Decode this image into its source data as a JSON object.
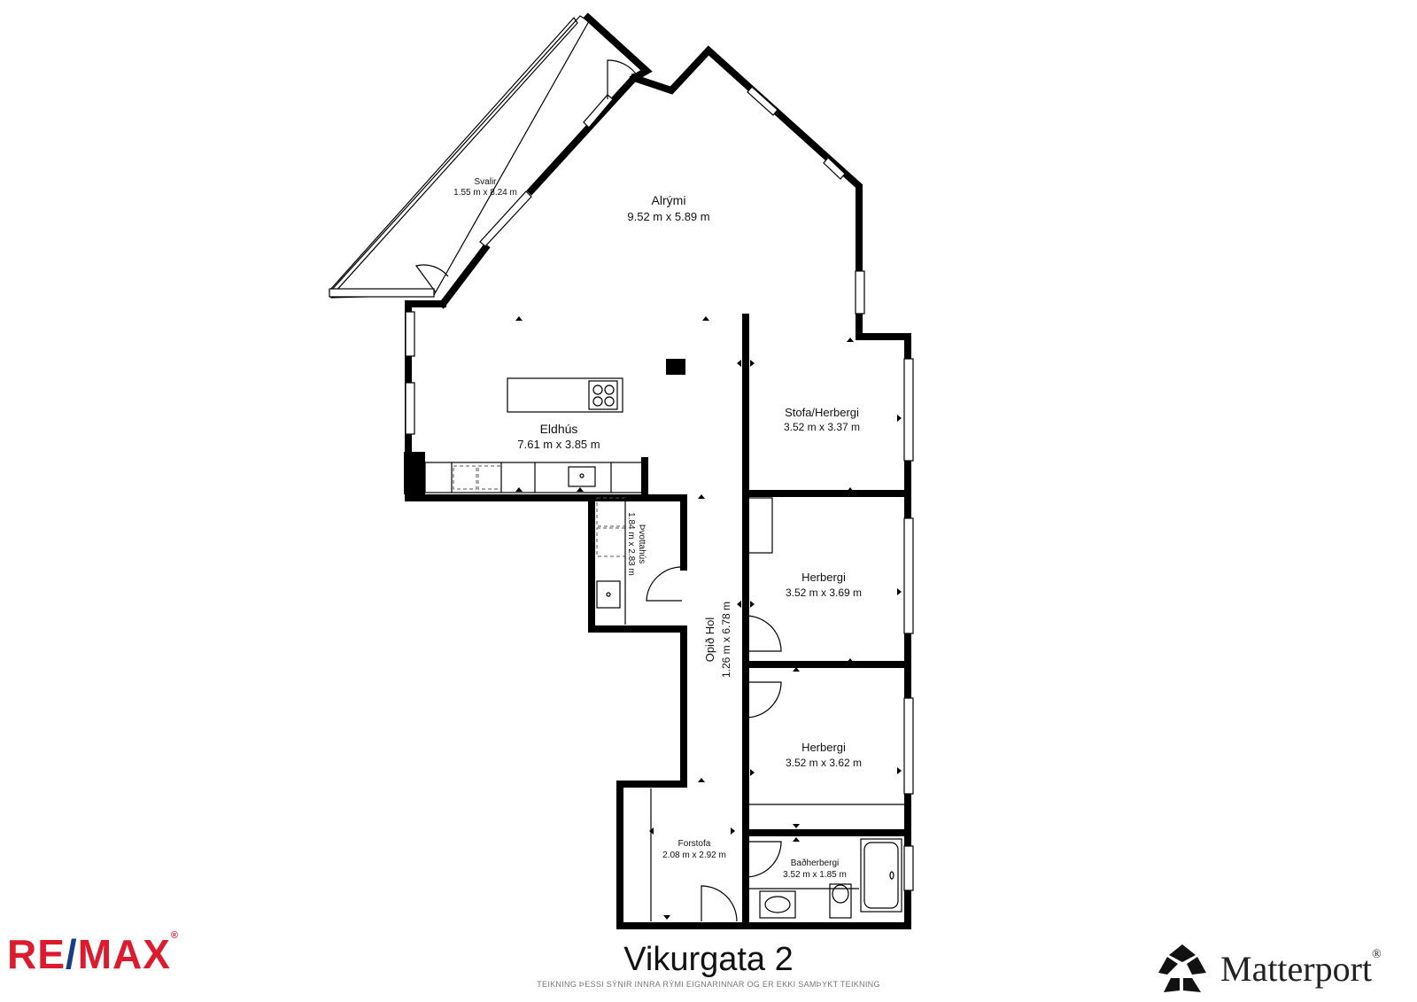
{
  "plan": {
    "title": "Vikurgata 2",
    "disclaimer": "TEIKNING ÞESSI SÝNIR INNRA RÝMI EIGNARINNAR OG ER EKKI SAMÞYKT TEIKNING",
    "rooms": [
      {
        "id": "svalir",
        "name": "Svalir",
        "dims": "1.55 m x 8.24 m"
      },
      {
        "id": "alrymi",
        "name": "Alrými",
        "dims": "9.52 m x 5.89 m"
      },
      {
        "id": "eldhus",
        "name": "Eldhús",
        "dims": "7.61 m x 3.85 m"
      },
      {
        "id": "stofa",
        "name": "Stofa/Herbergi",
        "dims": "3.52 m x 3.37 m"
      },
      {
        "id": "thvottahus",
        "name": "Þvottahús",
        "dims": "1.84 m x 2.83 m"
      },
      {
        "id": "herbergi1",
        "name": "Herbergi",
        "dims": "3.52 m x 3.69 m"
      },
      {
        "id": "opid-hol",
        "name": "Opið Hol",
        "dims": "1.26 m x 6.78 m"
      },
      {
        "id": "herbergi2",
        "name": "Herbergi",
        "dims": "3.52 m x 3.62 m"
      },
      {
        "id": "forstofa",
        "name": "Forstofa",
        "dims": "2.08 m x 2.92 m"
      },
      {
        "id": "badherbergi",
        "name": "Baðherbergi",
        "dims": "3.52 m x 1.85 m"
      }
    ]
  },
  "brands": {
    "remax": {
      "left": "RE",
      "slash": "/",
      "right": "MAX",
      "reg": "®"
    },
    "matterport": {
      "name": "Matterport",
      "reg": "®",
      "icon": "matterport-logo-icon"
    }
  },
  "colors": {
    "remax_red": "#dc1c2e",
    "remax_blue": "#1a3a8a",
    "wall": "#000000"
  }
}
